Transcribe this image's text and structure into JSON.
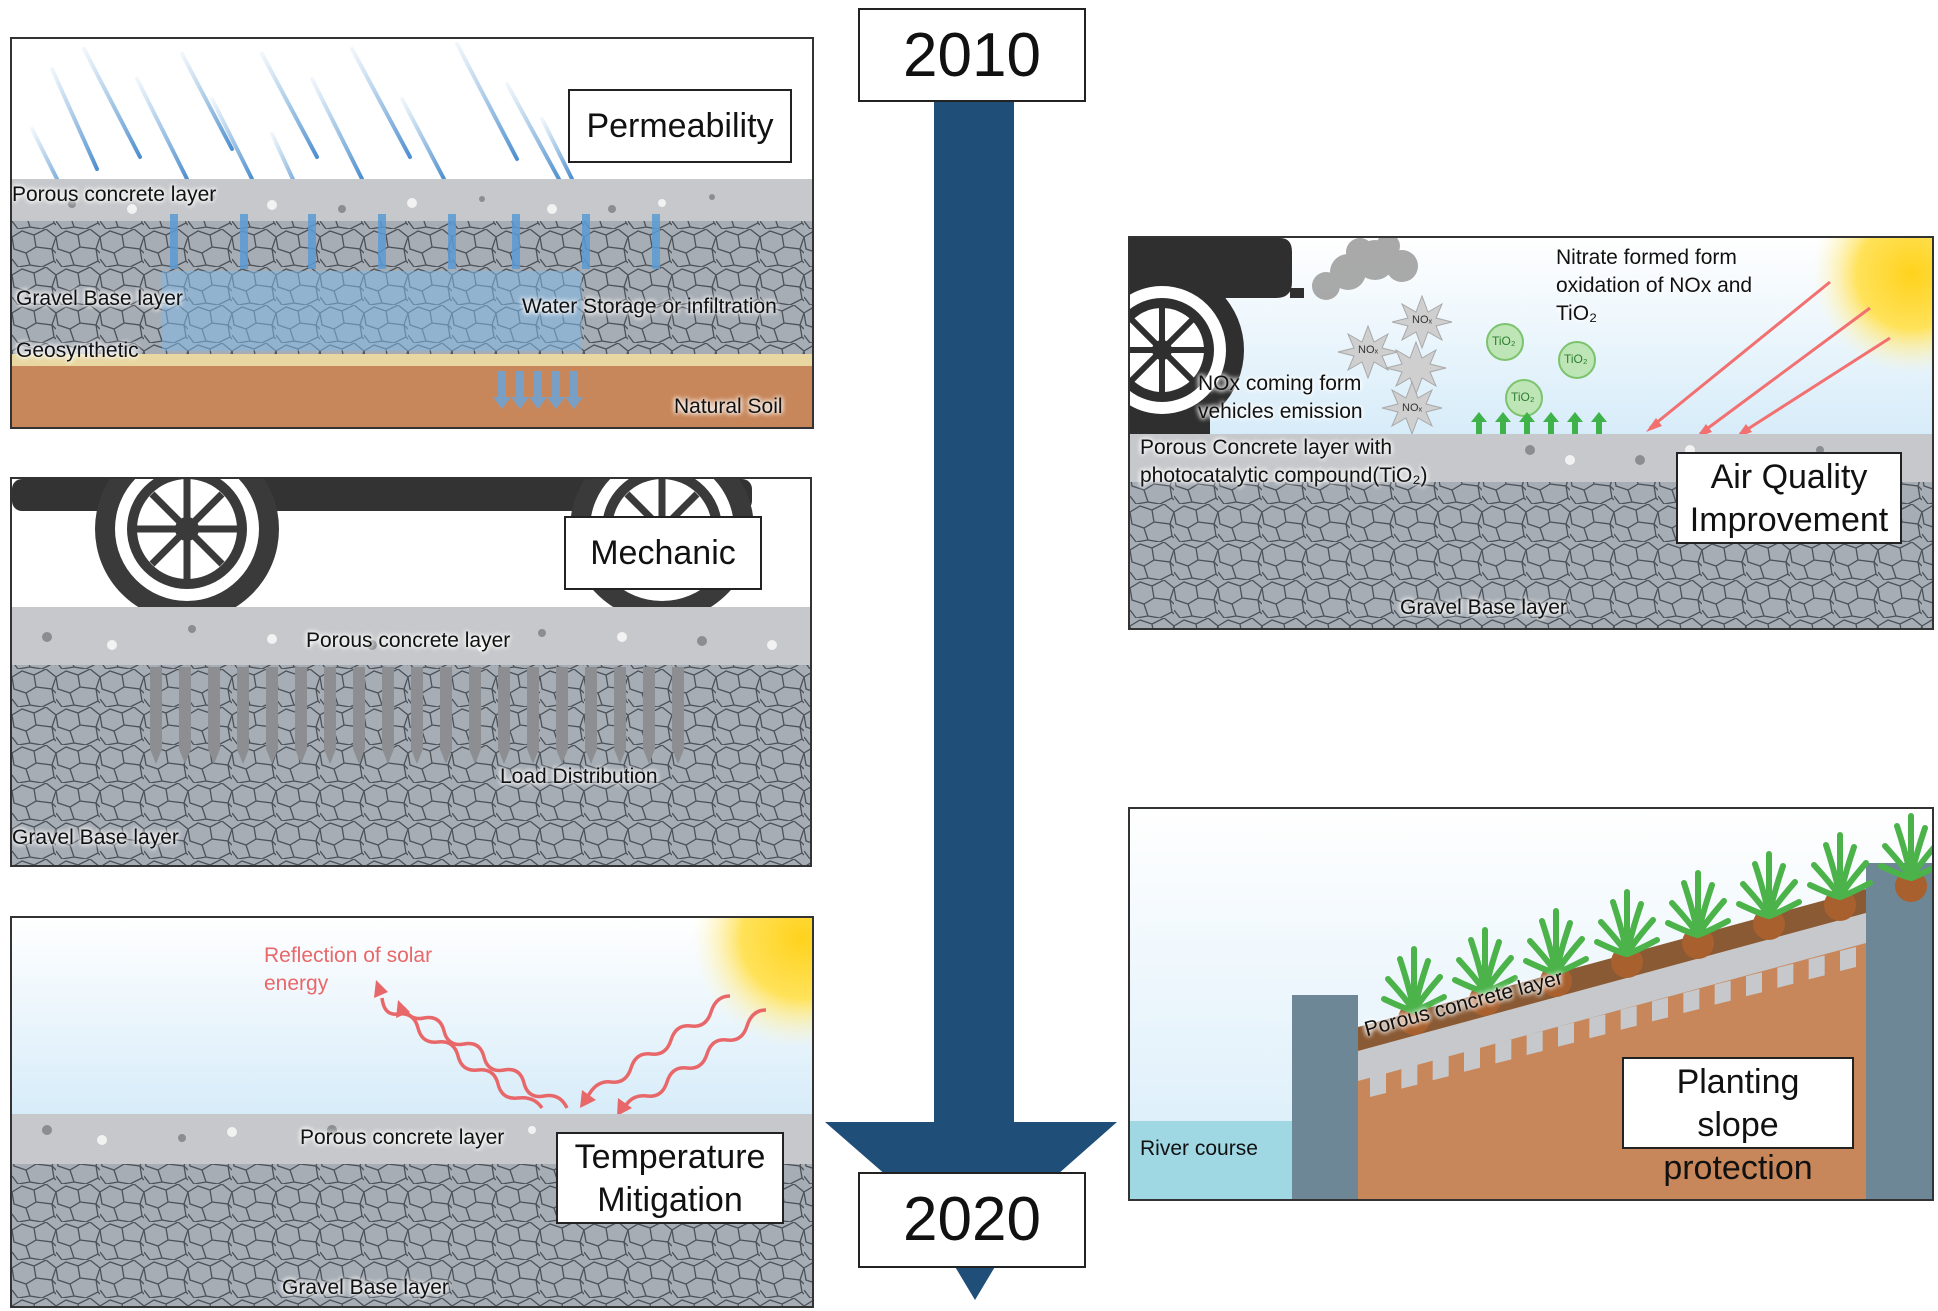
{
  "timeline": {
    "start_year": "2010",
    "end_year": "2020",
    "arrow_color": "#1f4e79"
  },
  "permeability": {
    "title": "Permeability",
    "porous_layer": "Porous concrete layer",
    "gravel": "Gravel Base layer",
    "water": "Water Storage or infiltration",
    "geosynthetic": "Geosynthetic",
    "soil": "Natural Soil"
  },
  "mechanic": {
    "title": "Mechanic",
    "porous_layer": "Porous concrete layer",
    "load": "Load Distribution",
    "gravel": "Gravel Base layer"
  },
  "temperature": {
    "title_line1": "Temperature",
    "title_line2": "Mitigation",
    "reflection_line1": "Reflection of solar",
    "reflection_line2": "energy",
    "porous_layer": "Porous concrete layer",
    "gravel": "Gravel Base layer"
  },
  "air": {
    "title_line1": "Air Quality",
    "title_line2": "Improvement",
    "nitrate_line1": "Nitrate formed form",
    "nitrate_line2": "oxidation of NOx and",
    "nitrate_line3": "TiO₂",
    "nox_line1": "NOx coming form",
    "nox_line2": "vehicles emission",
    "porous_line1": "Porous Concrete layer with",
    "porous_line2": "photocatalytic compound(TiO₂)",
    "gravel": "Gravel Base layer",
    "nox_particle": "NOₓ",
    "tio2_particle": "TiO₂"
  },
  "planting": {
    "title_line1": "Planting slope",
    "title_line2": "protection",
    "porous_layer": "Porous concrete layer",
    "river": "River course"
  },
  "colors": {
    "rain": "#6fa8d8",
    "concrete": "#c6c8cb",
    "gravel": "#a3aab2",
    "soil": "#c8875a",
    "geosynthetic": "#e8d7a0",
    "sun": "#f5d23a",
    "reflection": "#e8686a",
    "plant": "#4cb34a",
    "water": "#9fd7e3",
    "wall": "#6d8797"
  }
}
